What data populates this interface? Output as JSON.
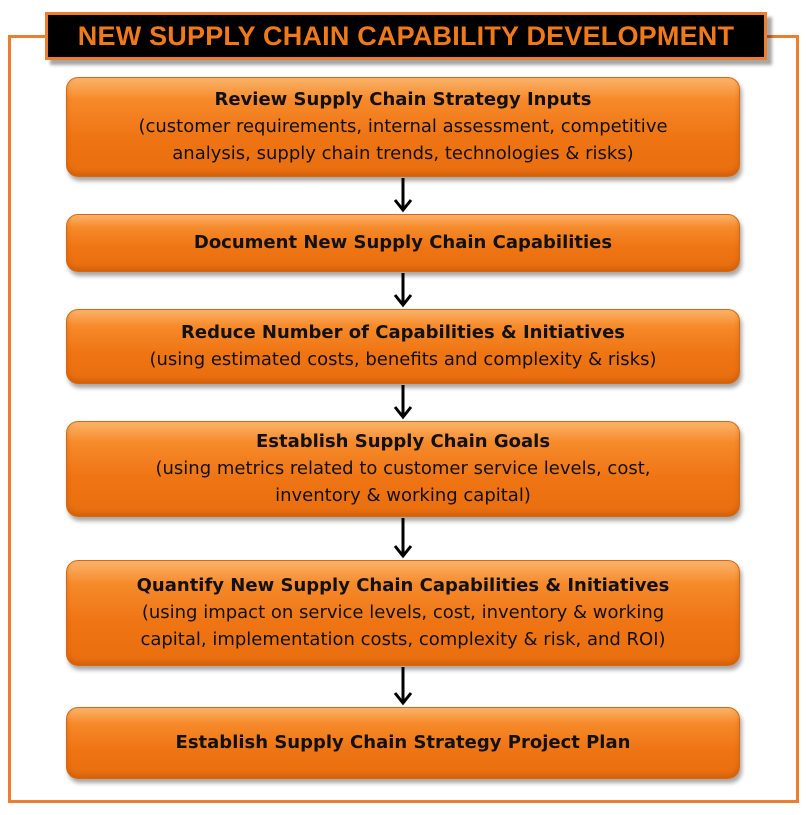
{
  "title": "NEW SUPPLY CHAIN CAPABILITY DEVELOPMENT",
  "colors": {
    "accent": "#ed7d31",
    "step_fill": "#ef7413",
    "title_bg": "#000000",
    "title_text": "#f07a1a"
  },
  "steps": [
    {
      "title": "Review Supply Chain Strategy Inputs",
      "desc_lines": [
        "(customer requirements, internal  assessment, competitive",
        "analysis, supply chain trends, technologies & risks)"
      ]
    },
    {
      "title": "Document New Supply Chain Capabilities",
      "desc_lines": []
    },
    {
      "title": "Reduce Number of Capabilities & Initiatives",
      "desc_lines": [
        "(using estimated costs, benefits and complexity & risks)"
      ]
    },
    {
      "title": "Establish Supply Chain Goals",
      "desc_lines": [
        "(using metrics related to customer service levels, cost,",
        "inventory & working capital)"
      ]
    },
    {
      "title": "Quantify New Supply Chain Capabilities & Initiatives",
      "desc_lines": [
        "(using impact on service levels, cost, inventory & working",
        "capital, implementation costs, complexity & risk, and ROI)"
      ]
    },
    {
      "title": "Establish Supply Chain Strategy Project Plan",
      "desc_lines": []
    }
  ]
}
